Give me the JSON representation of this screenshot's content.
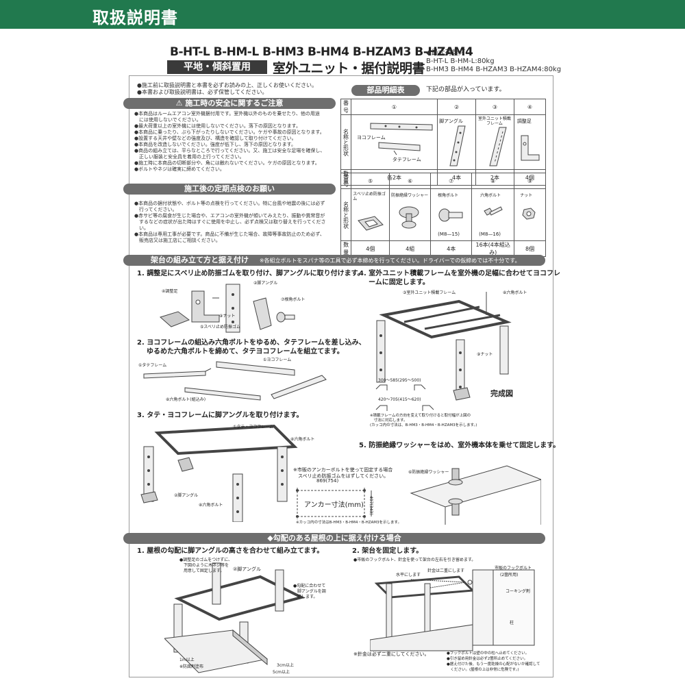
{
  "header": {
    "title": "取扱説明書"
  },
  "models": "B-HT-L  B-HM-L  B-HM3  B-HM4  B-HZAM3  B-HZAM4",
  "tag": "平地・傾斜置用",
  "main_title": "室外ユニット・据付説明書",
  "max_load": {
    "label": "◆最大荷重／",
    "line1": "B-HT-L B-HM-L:80kg",
    "line2": "B-HM3 B-HM4 B-HZAM3 B-HZAM4:80kg"
  },
  "intro": [
    "●施工前に取扱説明書と本書を必ずお読みの上、正しくお使いください。",
    "●本書および取扱説明書は、必ず保管してください。"
  ],
  "safety": {
    "title": "⚠ 施工時の安全に関するご注意",
    "items": [
      "●本商品はルームエアコン室外機据付用です。室外機以外のものを乗せたり、他の用途",
      "　には使用しないでください。",
      "●最大荷重以上の室外機には使用しないでください。落下の原因となります。",
      "●本商品に乗ったり、ぶら下がったりしないでください。ケガや事故の原因となります。",
      "●設置する天井や壁などの強度及び、構造を確認して取り付けてください。",
      "●本商品を改造しないでください。強度が低下し、落下の原因となります。",
      "●商品の組み立ては、平らなところで行ってください。又、施工は安全な足場を確保し、",
      "　正しい服装と安全具を着用の上行ってください。",
      "●施工時に本商品の切断部分や、角には触れないでください。ケガの原因となります。",
      "●ボルトやネジは確実に締めてください。"
    ]
  },
  "inspection": {
    "title": "施工後の定期点検のお願い",
    "items": [
      "●本商品の据付状態や、ボルト等の点検を行ってください。特に台風や地震の後には必ず",
      "　行ってください。",
      "●赤サビ等の腐食が生じた場合や、エアコンの室外機が傾いてみえたり、振動や異常音が",
      "　するなどの症状が出た時はすぐに使用を中止し、必ず点検又は取り替えを行ってくださ",
      "　い。",
      "●本商品は専用工事が必要です。商品に不備が生じた場合、故障等事故防止のため必ず、",
      "　販売店又は施工店にご相談ください。"
    ]
  },
  "parts": {
    "title": "部品明細表",
    "note": "下記の部品が入っています。",
    "row_labels": {
      "num": "番号",
      "name": "名称と形状",
      "qty": "数量"
    },
    "row1": [
      {
        "num": "①",
        "names": [
          "ヨコフレーム",
          "タテフレーム"
        ],
        "qty": "各2本"
      },
      {
        "num": "②",
        "names": [
          "脚アングル"
        ],
        "qty": "4本"
      },
      {
        "num": "③",
        "names": [
          "室外ユニット積載フレーム"
        ],
        "qty": "2本"
      },
      {
        "num": "④",
        "names": [
          "調整足"
        ],
        "qty": "4個"
      }
    ],
    "row2": [
      {
        "num": "⑤",
        "names": [
          "スベリ止め防振ゴム"
        ],
        "sub": "",
        "qty": "4個"
      },
      {
        "num": "⑥",
        "names": [
          "防振絶縁ワッシャー"
        ],
        "sub": "",
        "qty": "4組"
      },
      {
        "num": "⑦",
        "names": [
          "根角ボルト"
        ],
        "sub": "(M8—15)",
        "qty": "4本"
      },
      {
        "num": "⑧",
        "names": [
          "六角ボルト"
        ],
        "sub": "(M8—16)",
        "qty": "16本(4本組込み)"
      },
      {
        "num": "⑨",
        "names": [
          "ナット"
        ],
        "sub": "",
        "qty": "8個"
      }
    ]
  },
  "assembly": {
    "title": "架台の組み立て方と据え付け",
    "note": "※各組立ボルトをスパナ等の工具で必ず本締めを行ってください。ドライバーでの仮締めでは不十分です。",
    "steps": [
      {
        "n": "1.",
        "text": "調整足にスベリ止め防振ゴムを取り付け、脚アングルに取り付けます。"
      },
      {
        "n": "2.",
        "text": "ヨコフレームの組込み六角ボルトをゆるめ、タテフレームを差し込み、"
      },
      {
        "n": "",
        "text": "ゆるめた六角ボルトを締めて、タテヨコフレームを組立てます。"
      },
      {
        "n": "3.",
        "text": "タテ・ヨコフレームに脚アングルを取り付けます。"
      },
      {
        "n": "4.",
        "text": "室外ユニット積載フレームを室外機の足幅に合わせてヨコフレ"
      },
      {
        "n": "",
        "text": "ームに固定します。"
      },
      {
        "n": "5.",
        "text": "防振絶縁ワッシャーをはめ、室外機本体を乗せて固定します。"
      }
    ],
    "labels": {
      "l1a": "④調整足",
      "l1b": "②脚アングル",
      "l1c": "⑦根角ボルト",
      "l1d": "⑨ナット",
      "l1e": "⑤スベリ止め防振ゴム",
      "l2a": "①タテフレーム",
      "l2b": "①ヨコフレーム",
      "l2c": "⑧六角ボルト(組込み)",
      "l3a": "①タテ・ヨコフレーム",
      "l3b": "⑧六角ボルト",
      "l3c": "②脚アングル",
      "l3d": "⑧六角ボルト",
      "l4a": "③室外ユニット積載フレーム",
      "l4b": "⑧六角ボルト",
      "l4c": "⑨ナット",
      "complete": "完成図",
      "dim1": "300～585(295～500)",
      "dim2": "420～705(415～620)",
      "dim_note1": "※積載フレームの方向を変えて取り付けると取付幅が上図の",
      "dim_note2": "　寸法に対応します。",
      "dim_note3": "(カッコ内の寸法は、B-HM3・B-HM4・B-HZAM3を示します。)",
      "anchor1": "※市販のアンカーボルトを使って固定する場合",
      "anchor2": "　スベリ止め防振ゴムをはずしてください。",
      "anchor_w": "869(754)",
      "anchor_title": "アンカー寸法(mm)",
      "anchor_h": "497(343)",
      "anchor_note": "※カッコ内の寸法はB-HM3・B-HM4・B-HZAM3を示します。",
      "washer": "⑥防振絶縁ワッシャー"
    }
  },
  "slope": {
    "title": "◆勾配のある屋根の上に据え付ける場合",
    "step1": {
      "n": "1.",
      "text": "屋根の勾配に脚アングルの高さを合わせて組み立てます。"
    },
    "step2": {
      "n": "2.",
      "text": "架台を固定します。"
    },
    "labels": {
      "s1a": "●調整足のゴムをつけずに、",
      "s1b": "　下図のように木ネジ等を",
      "s1c": "　用意して固定します。",
      "s1d": "②脚アングル",
      "s1e": "●勾配に合わせて",
      "s1f": "　脚アングルを調",
      "s1g": "　節します。",
      "s1h": "1m以上",
      "s1i": "※防腐剤塗布",
      "s1j": "3cm以上",
      "s1k": "5cm以上",
      "s2a": "●市販のフックボルト、針金を使って架台の左右を引き留めます。",
      "s2b": "水平にします",
      "s2c": "針金は二重にします",
      "s2d": "市販のフックボルト",
      "s2e": "(2箇所用)",
      "s2f": "コーキング剤",
      "s2g": "柱",
      "s2h": "※針金は必ず二重にしてください。",
      "s2i": "●フックボルトは壁の中の柱へ止めてください。",
      "s2j": "●引き留め用針金は必ず2箇所止めてください。",
      "s2k": "●据え付けた後、もう一度乾燥の心配がないか確認して",
      "s2l": "　ください。(屋根の上は非常に危険です。)"
    }
  }
}
